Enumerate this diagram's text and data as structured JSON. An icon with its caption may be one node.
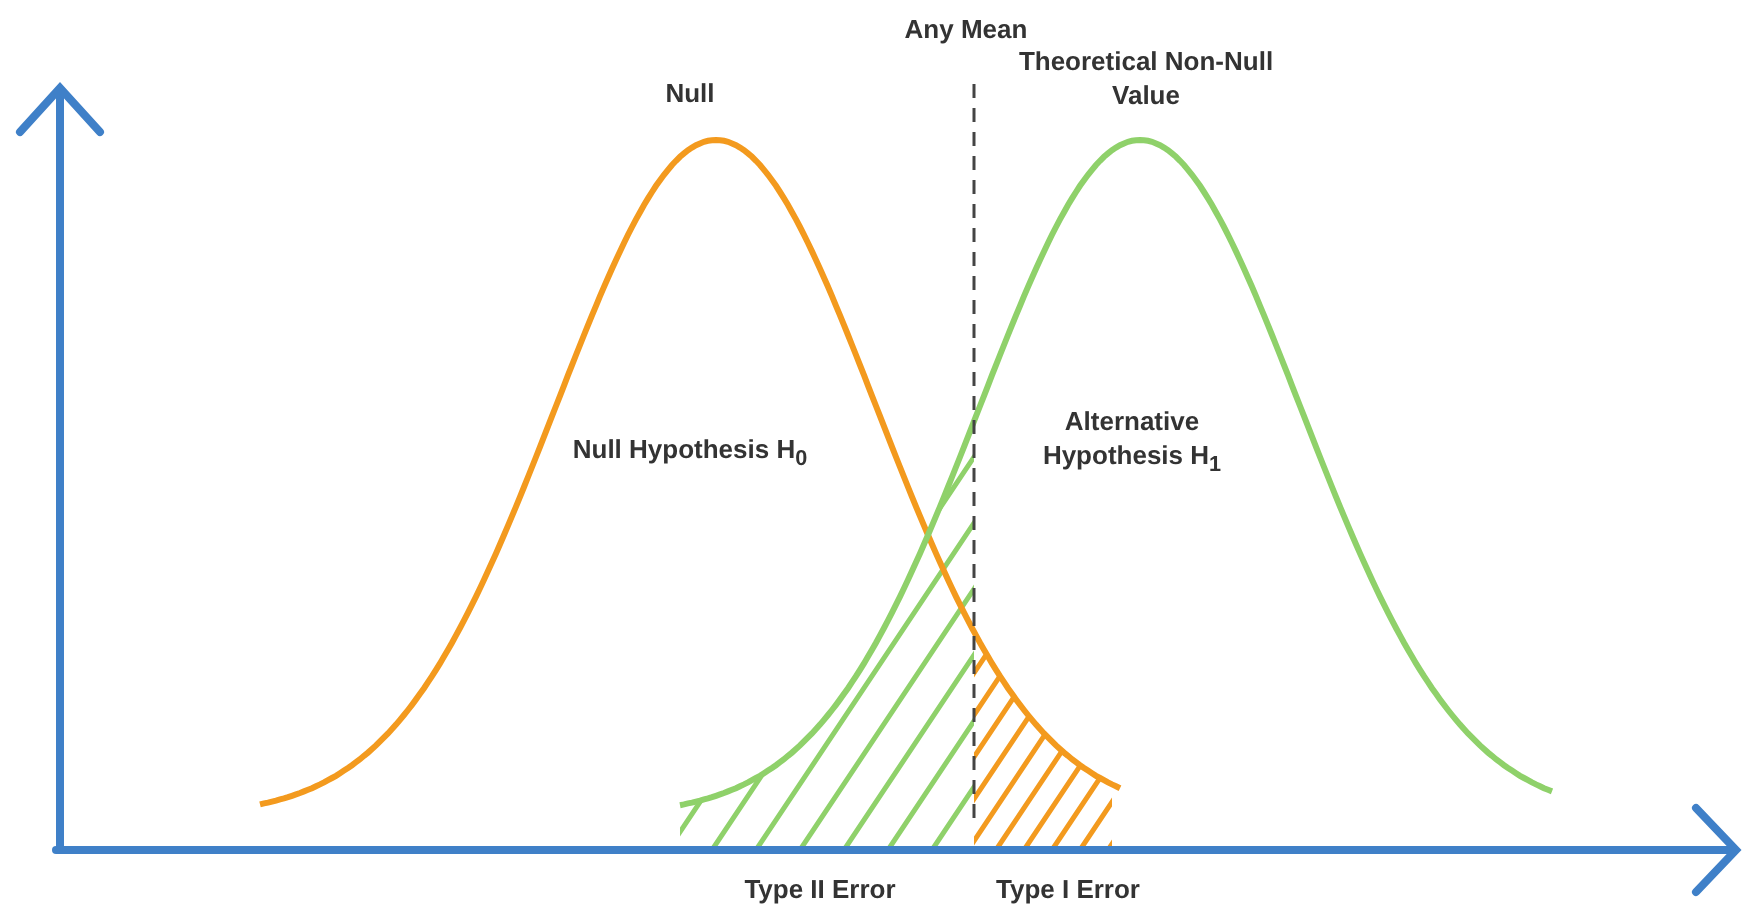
{
  "diagram": {
    "labels": [
      "Any Mean",
      "Null",
      "Theoretical Non-Null Value",
      "Null Hypothesis H$_{0}$",
      "Alternative Hypothesis H$_{1}$",
      "Type II Error",
      "Type I Error"
    ]
  }
}
